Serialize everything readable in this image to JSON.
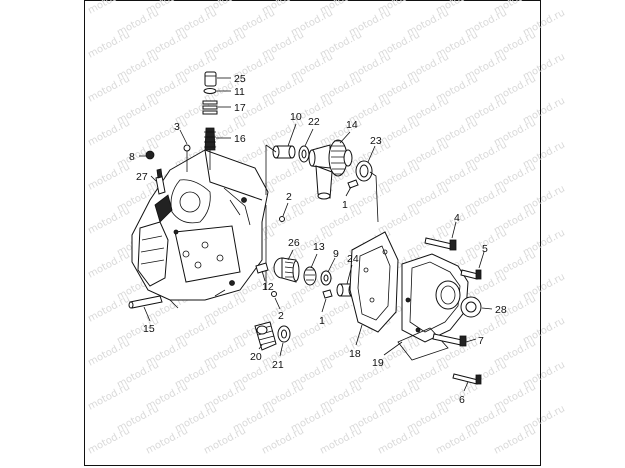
{
  "watermark": "motod.ru",
  "callouts": [
    {
      "id": "c25",
      "num": "25"
    },
    {
      "id": "c11",
      "num": "11"
    },
    {
      "id": "c17",
      "num": "17"
    },
    {
      "id": "c16",
      "num": "16"
    },
    {
      "id": "c3",
      "num": "3"
    },
    {
      "id": "c8",
      "num": "8"
    },
    {
      "id": "c27",
      "num": "27"
    },
    {
      "id": "c10",
      "num": "10"
    },
    {
      "id": "c22",
      "num": "22"
    },
    {
      "id": "c14",
      "num": "14"
    },
    {
      "id": "c23",
      "num": "23"
    },
    {
      "id": "c2a",
      "num": "2"
    },
    {
      "id": "c1a",
      "num": "1"
    },
    {
      "id": "c4",
      "num": "4"
    },
    {
      "id": "c5",
      "num": "5"
    },
    {
      "id": "c26",
      "num": "26"
    },
    {
      "id": "c13",
      "num": "13"
    },
    {
      "id": "c9",
      "num": "9"
    },
    {
      "id": "c24",
      "num": "24"
    },
    {
      "id": "c12",
      "num": "12"
    },
    {
      "id": "c2b",
      "num": "2"
    },
    {
      "id": "c1b",
      "num": "1"
    },
    {
      "id": "c15",
      "num": "15"
    },
    {
      "id": "c28",
      "num": "28"
    },
    {
      "id": "c7",
      "num": "7"
    },
    {
      "id": "c18",
      "num": "18"
    },
    {
      "id": "c19",
      "num": "19"
    },
    {
      "id": "c20",
      "num": "20"
    },
    {
      "id": "c21",
      "num": "21"
    },
    {
      "id": "c6",
      "num": "6"
    }
  ]
}
